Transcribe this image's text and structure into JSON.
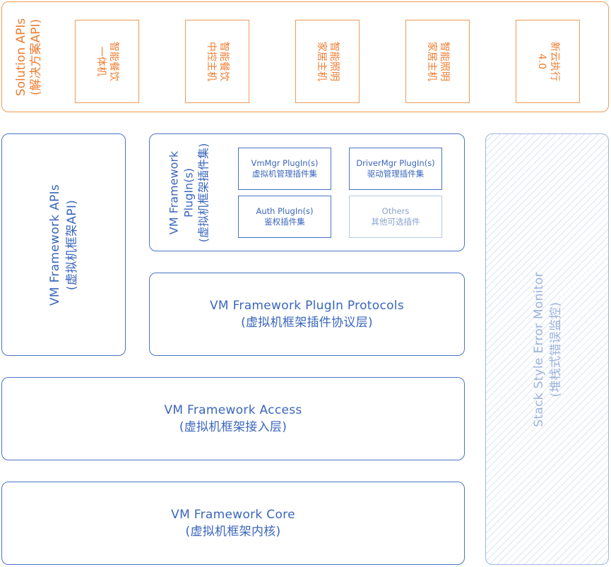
{
  "solution": {
    "title": "Solution APIs",
    "subtitle": "(解决方案API)",
    "items": [
      {
        "line1": "智能餐饮",
        "line2": "一体机"
      },
      {
        "line1": "智能餐饮",
        "line2": "中控主机"
      },
      {
        "line1": "智能照明",
        "line2": "家居主机"
      },
      {
        "line1": "智能照明",
        "line2": "家居主机"
      },
      {
        "line1": "新云执行",
        "line2": "4.0"
      }
    ]
  },
  "apis": {
    "title": "VM Framework APIs",
    "subtitle": "(虚拟机框架API)"
  },
  "plugins": {
    "title1": "VM Framework",
    "title2": "PlugIn(s)",
    "subtitle": "(虚拟机框架插件集)",
    "items": [
      {
        "name": "VmMgr PlugIn(s)",
        "desc": "虚拟机管理插件集"
      },
      {
        "name": "DriverMgr PlugIn(s)",
        "desc": "驱动管理插件集"
      },
      {
        "name": "Auth PlugIn(s)",
        "desc": "鉴权插件集"
      },
      {
        "name": "Others",
        "desc": "其他可选插件"
      }
    ]
  },
  "protocols": {
    "title": "VM Framework PlugIn Protocols",
    "subtitle": "(虚拟机框架插件协议层)"
  },
  "access": {
    "title": "VM Framework Access",
    "subtitle": "(虚拟机框架接入层)"
  },
  "core": {
    "title": "VM Framework Core",
    "subtitle": "(虚拟机框架内核)"
  },
  "monitor": {
    "title": "Stack Style Error Monitor",
    "subtitle": "(堆栈式错误监控)"
  },
  "colors": {
    "blue": "#4a75c4",
    "orange": "#ee7d31",
    "light_blue": "#9cb3dd"
  }
}
